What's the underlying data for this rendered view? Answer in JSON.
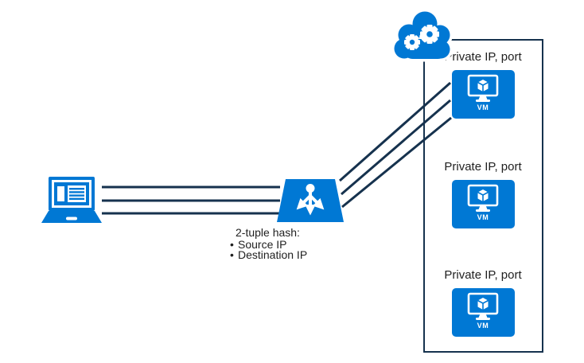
{
  "client": {
    "icon": "laptop-icon"
  },
  "load_balancer": {
    "icon": "load-balancer-icon",
    "caption_title": "2-tuple hash:",
    "bullet_char": "•",
    "bullets": [
      "Source IP",
      "Destination IP"
    ]
  },
  "cloud": {
    "icon": "cloud-gears-icon"
  },
  "backend_pool": {
    "box": "backend-pool-box",
    "vms": [
      {
        "label": "Private IP, port",
        "vm_text": "VM",
        "icon": "vm-monitor-icon"
      },
      {
        "label": "Private IP, port",
        "vm_text": "VM",
        "icon": "vm-monitor-icon"
      },
      {
        "label": "Private IP, port",
        "vm_text": "VM",
        "icon": "vm-monitor-icon"
      }
    ]
  },
  "connections": {
    "client_to_lb_lines": 3,
    "lb_to_vm1_lines": 3
  },
  "colors": {
    "azure_blue": "#0078D4",
    "line_navy": "#16324E",
    "text": "#212121",
    "background": "#FFFFFF",
    "vm_text": "#FFFFFF"
  }
}
